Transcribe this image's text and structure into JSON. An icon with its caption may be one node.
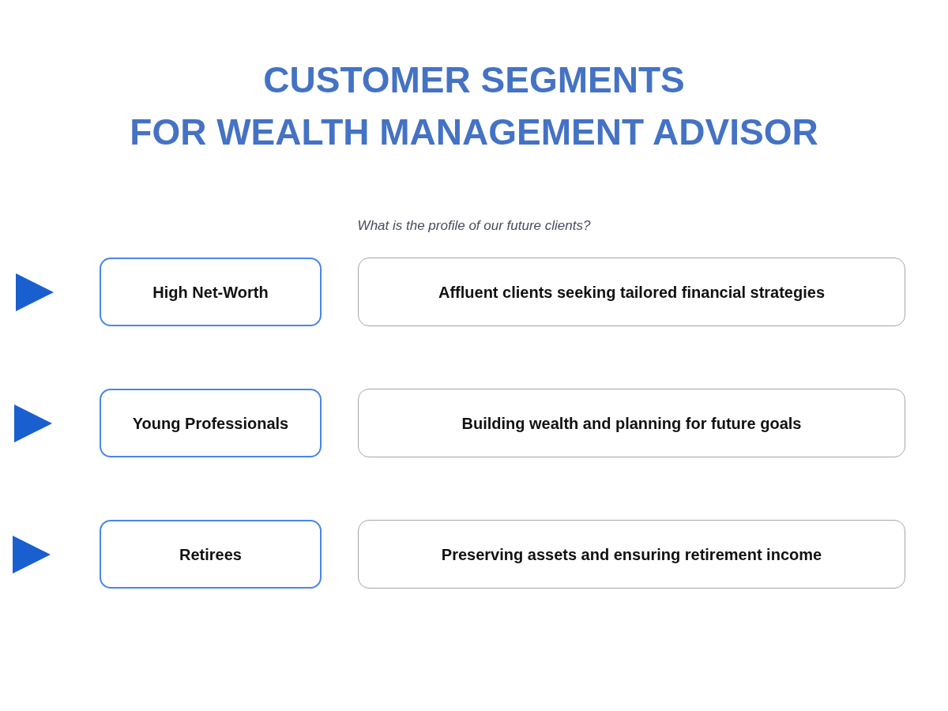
{
  "diagram": {
    "title": "CUSTOMER SEGMENTS FOR WEALTH MANAGEMENT ADVISOR",
    "nodes": [
      {
        "text": [
          "High Net-Worth"
        ]
      },
      {
        "text": [
          "Affluent clients seeking tailored financial strategies"
        ]
      },
      {
        "text": [
          "Young Professionals"
        ]
      },
      {
        "text": [
          "Building wealth and planning for future goals"
        ]
      },
      {
        "text": [
          "Retirees"
        ]
      },
      {
        "text": [
          "Preserving assets and ensuring retirement income"
        ]
      }
    ],
    "labels": [
      "What is the profile of our future clients?"
    ]
  }
}
